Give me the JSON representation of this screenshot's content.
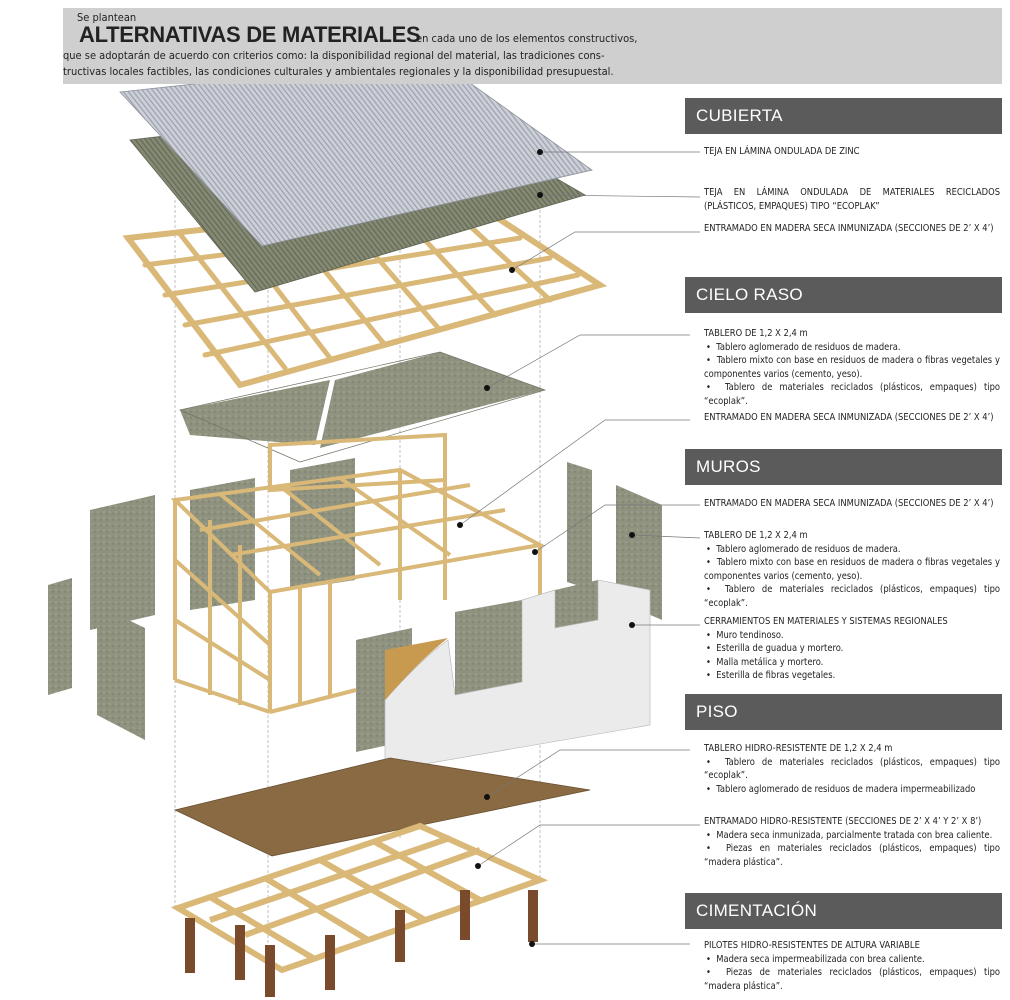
{
  "intro": {
    "prefix": "Se plantean",
    "title": "ALTERNATIVAS DE MATERIALES",
    "line1": "en cada uno de los elementos constructivos,",
    "line2": "que se adoptarán de acuerdo con criterios como: la disponibilidad regional del material, las tradiciones cons-",
    "line3": "tructivas locales factibles, las condiciones culturales y ambientales regionales y la disponibilidad presupuestal."
  },
  "sections": {
    "cubierta": {
      "title": "CUBIERTA",
      "items": [
        {
          "title": "TEJA EN LÁMINA ONDULADA DE ZINC"
        },
        {
          "title": "TEJA EN LÁMINA ONDULADA DE MATERIALES RECICLADOS (PLÁSTICOS, EMPAQUES) TIPO “ECOPLAK”"
        },
        {
          "title": "ENTRAMADO EN MADERA SECA INMUNIZADA (SECCIONES DE 2’ X 4’)"
        }
      ]
    },
    "cielo_raso": {
      "title": "CIELO RASO",
      "items": [
        {
          "title": "TABLERO DE 1,2 X 2,4 m",
          "bullets": [
            "Tablero aglomerado de residuos de madera.",
            "Tablero mixto con base en residuos de madera o fibras vegetales y componentes varios (cemento, yeso).",
            "Tablero de materiales reciclados (plásticos, empaques) tipo “ecoplak”."
          ]
        },
        {
          "title": "ENTRAMADO EN MADERA SECA INMUNIZADA (SECCIONES DE 2’ X 4’)"
        }
      ]
    },
    "muros": {
      "title": "MUROS",
      "items": [
        {
          "title": "ENTRAMADO EN MADERA SECA INMUNIZADA (SECCIONES DE 2’ X 4’)"
        },
        {
          "title": "TABLERO DE 1,2 X 2,4 m",
          "bullets": [
            "Tablero aglomerado de residuos de madera.",
            "Tablero mixto con base en residuos de madera o fibras vegetales y componentes varios (cemento, yeso).",
            "Tablero de materiales reciclados (plásticos, empaques) tipo “ecoplak”."
          ]
        },
        {
          "title": "CERRAMIENTOS EN MATERIALES Y SISTEMAS REGIONALES",
          "bullets": [
            "Muro tendinoso.",
            "Esterilla de guadua y mortero.",
            "Malla metálica y mortero.",
            "Esterilla de fibras vegetales."
          ]
        }
      ]
    },
    "piso": {
      "title": "PISO",
      "items": [
        {
          "title": "TABLERO HIDRO-RESISTENTE  DE 1,2 X 2,4 m",
          "bullets": [
            "Tablero de materiales reciclados (plásticos, empaques) tipo “ecoplak”.",
            "Tablero aglomerado de residuos de madera impermeabilizado"
          ]
        },
        {
          "title": "ENTRAMADO HIDRO-RESISTENTE (SECCIONES DE 2’ X 4’ Y 2’ X 8’)",
          "bullets": [
            "Madera seca inmunizada, parcialmente tratada con brea caliente.",
            "Piezas en materiales reciclados (plásticos, empaques) tipo “madera plástica”."
          ]
        }
      ]
    },
    "cimentacion": {
      "title": "CIMENTACIÓN",
      "items": [
        {
          "title": "PILOTES HIDRO-RESISTENTES DE ALTURA VARIABLE",
          "bullets": [
            "Madera seca impermeabilizada con brea caliente.",
            "Piezas de materiales reciclados (plásticos, empaques) tipo “madera plástica”."
          ]
        }
      ]
    }
  },
  "colors": {
    "header_bg": "#5b5b5b",
    "intro_bg": "#cfcfcf",
    "zinc": "#c9ccd3",
    "ecoplak": "#7f8470",
    "wood": "#d9b878",
    "board": "#8e927f",
    "floor": "#8a6a43",
    "pile": "#7a4a2c",
    "plaster": "#ebebeb"
  }
}
